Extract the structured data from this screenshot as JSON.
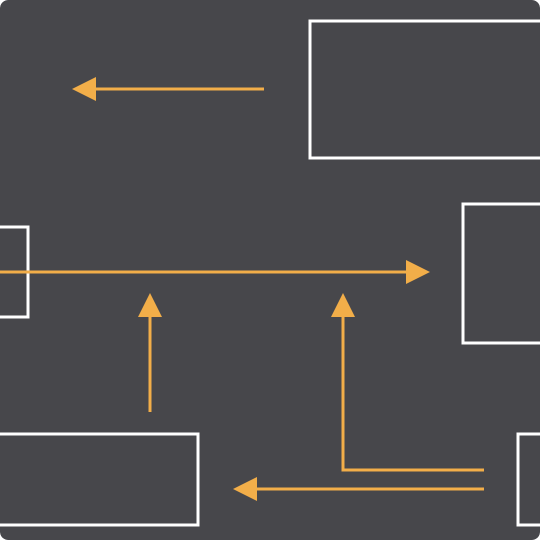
{
  "colors": {
    "background": "#47474b",
    "box_stroke": "#ffffff",
    "arrow": "#f2ae49"
  },
  "boxes": [
    "box-top-right",
    "box-middle-left",
    "box-middle-right",
    "box-bottom-left",
    "box-bottom-right"
  ],
  "arrows": [
    "arrow-top-left",
    "arrow-horizontal-right",
    "arrow-up-left",
    "arrow-up-elbow",
    "arrow-bottom-left"
  ]
}
